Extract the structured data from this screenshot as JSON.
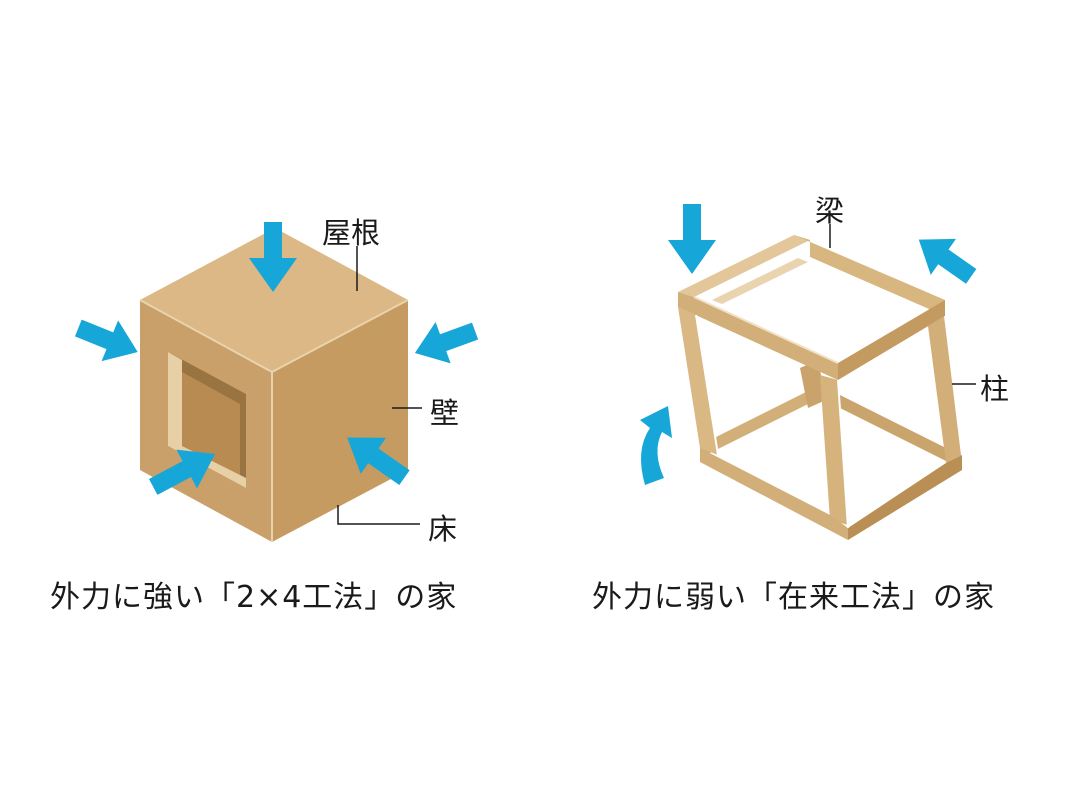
{
  "left": {
    "caption": "外力に強い「2×4工法」の家",
    "labels": {
      "roof": "屋根",
      "wall": "壁",
      "floor": "床"
    }
  },
  "right": {
    "caption": "外力に弱い「在来工法」の家",
    "labels": {
      "beam": "梁",
      "pillar": "柱"
    }
  },
  "colors": {
    "arrow": "#17a6d8",
    "box_top": "#dbb886",
    "box_left": "#c9a06a",
    "box_right": "#c59b61",
    "frame_light": "#e3c69a",
    "frame_mid": "#d2ae78",
    "frame_dark": "#b98f56"
  },
  "icons": [
    "arrow-down-icon",
    "arrow-right-icon",
    "arrow-left-icon",
    "arrow-up-right-icon",
    "arrow-up-left-icon",
    "curved-arrow-icon"
  ]
}
